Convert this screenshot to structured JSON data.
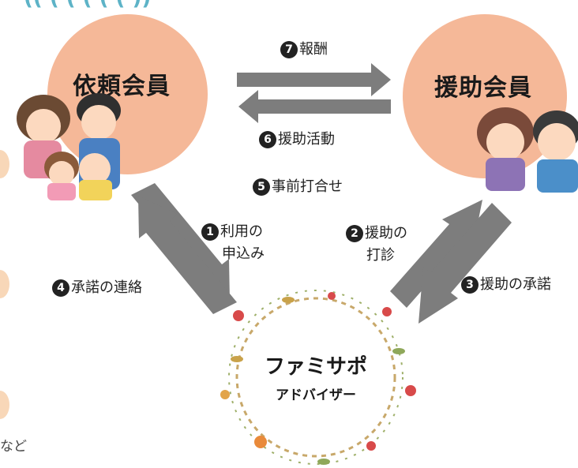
{
  "roles": {
    "requester": "依頼会員",
    "helper": "援助会員"
  },
  "advisor": {
    "line1": "ファミサポ",
    "line2": "アドバイザー"
  },
  "steps": {
    "s1_num": "1",
    "s1_line1": "利用の",
    "s1_line2": "申込み",
    "s2_num": "2",
    "s2_line1": "援助の",
    "s2_line2": "打診",
    "s3_num": "3",
    "s3_label": "援助の承諾",
    "s4_num": "4",
    "s4_label": "承諾の連絡",
    "s5_num": "5",
    "s5_label": "事前打合せ",
    "s6_num": "6",
    "s6_label": "援助活動",
    "s7_num": "7",
    "s7_label": "報酬"
  },
  "bottom_note": "など",
  "colors": {
    "circle": "#f5b898",
    "arrow": "#7d7d7d",
    "accent_text": "#5db3c7"
  }
}
